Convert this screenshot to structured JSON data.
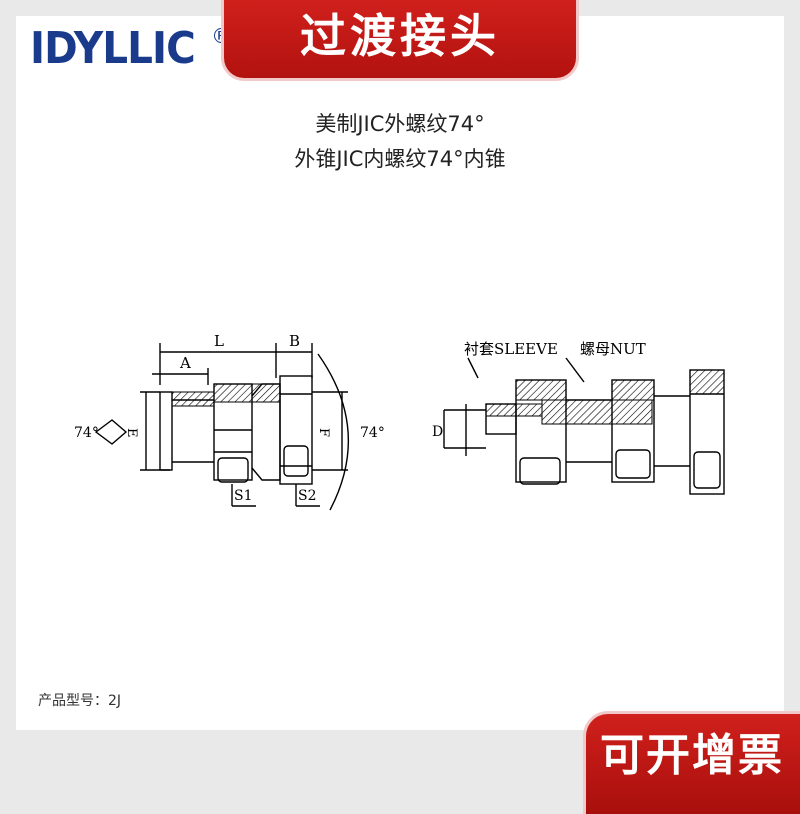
{
  "brand": {
    "logo_text": "IDYLLIC",
    "registered_mark": "®"
  },
  "banner_top": {
    "text": "过渡接头"
  },
  "titles": {
    "line1": "美制JIC外螺纹74°",
    "line2": "外锥JIC内螺纹74°内锥"
  },
  "drawing": {
    "left": {
      "L": "L",
      "B": "B",
      "A": "A",
      "E": "E",
      "F": "F",
      "angle_left": "74°",
      "angle_right": "74°",
      "S1": "S1",
      "S2": "S2"
    },
    "right": {
      "sleeve": "衬套SLEEVE",
      "nut": "螺母NUT",
      "D": "D"
    }
  },
  "model_label": "产品型号：2J",
  "banner_bottom": {
    "text": "可开增票"
  }
}
